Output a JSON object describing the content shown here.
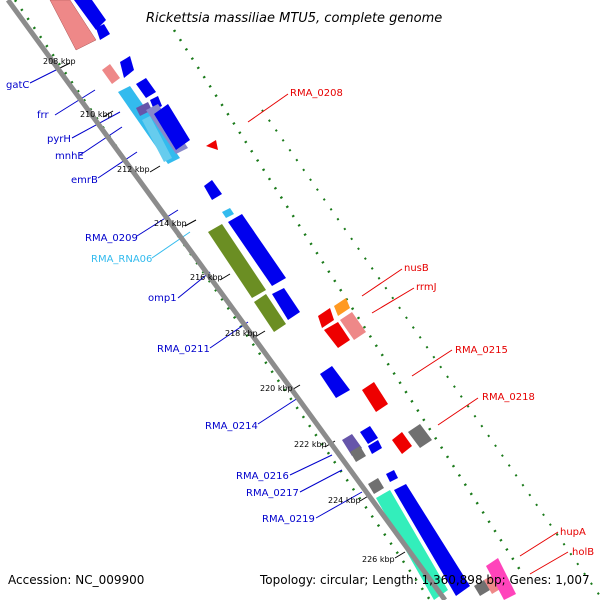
{
  "title": "Rickettsia massiliae MTU5, complete genome",
  "footer": {
    "accession": "Accession: NC_009900",
    "summary": "Topology: circular; Length: 1,360,898 bp; Genes: 1,007"
  },
  "colors": {
    "backbone": "#8c8c8c",
    "dotted_track": "#1a7a1a",
    "label_blue": "#0000cc",
    "label_red": "#e60000",
    "label_rna": "#33bbee"
  },
  "kbp_ticks": [
    "208 kbp",
    "210 kbp",
    "212 kbp",
    "214 kbp",
    "216 kbp",
    "218 kbp",
    "220 kbp",
    "222 kbp",
    "224 kbp",
    "226 kbp"
  ],
  "left_labels": [
    "gatC",
    "frr",
    "pyrH",
    "mnhE",
    "emrB",
    "RMA_0209",
    "RMA_RNA06",
    "omp1",
    "RMA_0211",
    "RMA_0214",
    "RMA_0216",
    "RMA_0217",
    "RMA_0219"
  ],
  "right_labels": [
    "RMA_0208",
    "nusB",
    "rrmJ",
    "RMA_0215",
    "RMA_0218",
    "hupA",
    "holB"
  ],
  "features": [
    {
      "name": "gene-block",
      "color": "#ee8888"
    },
    {
      "name": "gene-arrow",
      "color": "#0000ee"
    },
    {
      "name": "cds-arrow",
      "color": "#0000ee"
    },
    {
      "name": "rna-block",
      "color": "#33bbee"
    },
    {
      "name": "rna-block-light",
      "color": "#66ccee"
    },
    {
      "name": "misc-block",
      "color": "#6655aa"
    },
    {
      "name": "domain-block",
      "color": "#6b8e23"
    },
    {
      "name": "red-arrow",
      "color": "#ee0000"
    },
    {
      "name": "orange-block",
      "color": "#ff9922"
    },
    {
      "name": "gray-block",
      "color": "#707070"
    },
    {
      "name": "teal-block",
      "color": "#33eebb"
    },
    {
      "name": "pink-block",
      "color": "#ff44bb"
    }
  ]
}
